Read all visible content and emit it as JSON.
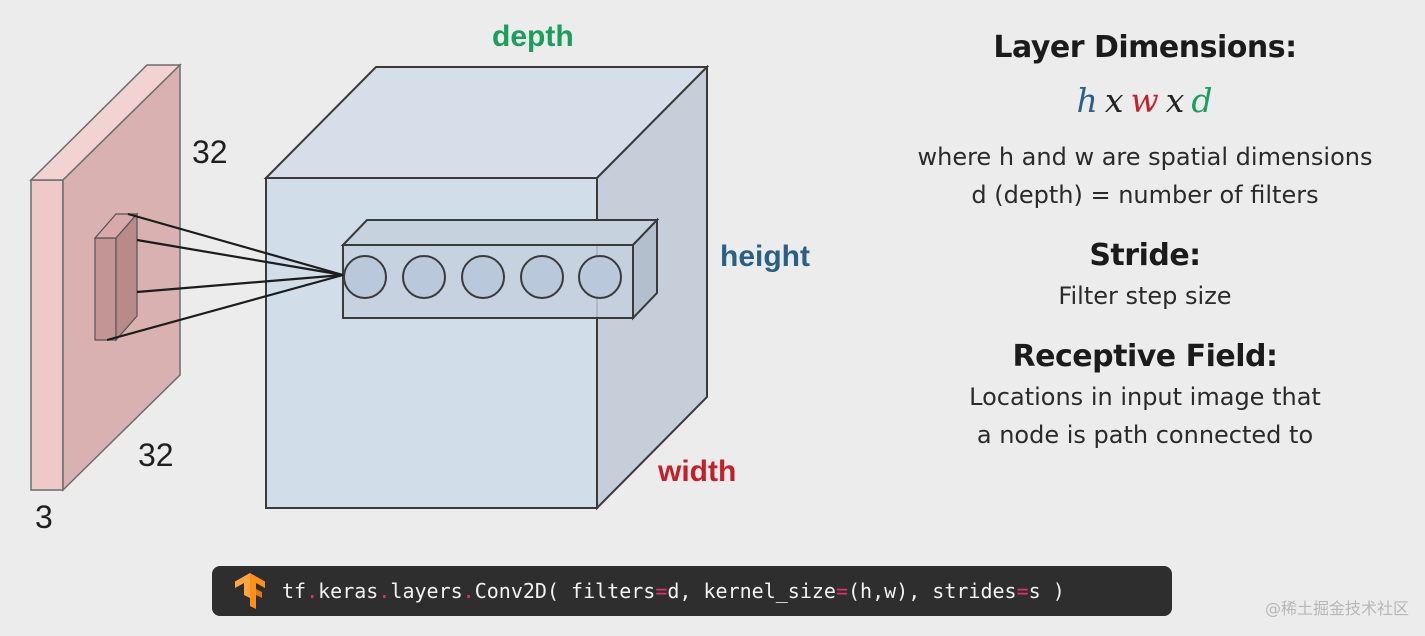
{
  "diagram": {
    "input_labels": {
      "height": "32",
      "width": "32",
      "channels": "3"
    },
    "volume_labels": {
      "depth": "depth",
      "height": "height",
      "width": "width"
    }
  },
  "panel": {
    "layer_dimensions": {
      "heading": "Layer Dimensions:",
      "formula": {
        "h": "h",
        "x": "x",
        "w": "w",
        "d": "d"
      },
      "line1": "where h and w are spatial dimensions",
      "line2": "d (depth) = number of filters"
    },
    "stride": {
      "heading": "Stride:",
      "line1": "Filter step size"
    },
    "receptive_field": {
      "heading": "Receptive Field:",
      "line1": "Locations in input image that",
      "line2": "a node is path connected to"
    }
  },
  "code": {
    "tf": "tf",
    "keras": "keras",
    "layers": "layers",
    "call": "Conv2D( filters",
    "filters_val": "d, kernel_size",
    "kernel_val": "(h,w), strides",
    "strides_val": "s )"
  },
  "watermark": "@稀土掘金技术社区",
  "colors": {
    "depth": "#1a9e5c",
    "height": "#2a5f86",
    "width": "#c2202a",
    "h": "#2a5f86",
    "w": "#c2202a",
    "d": "#1a9e5c",
    "code_bg": "#2e2e2e",
    "code_accent": "#e0306a",
    "tf_logo": "#ff8f1c"
  }
}
